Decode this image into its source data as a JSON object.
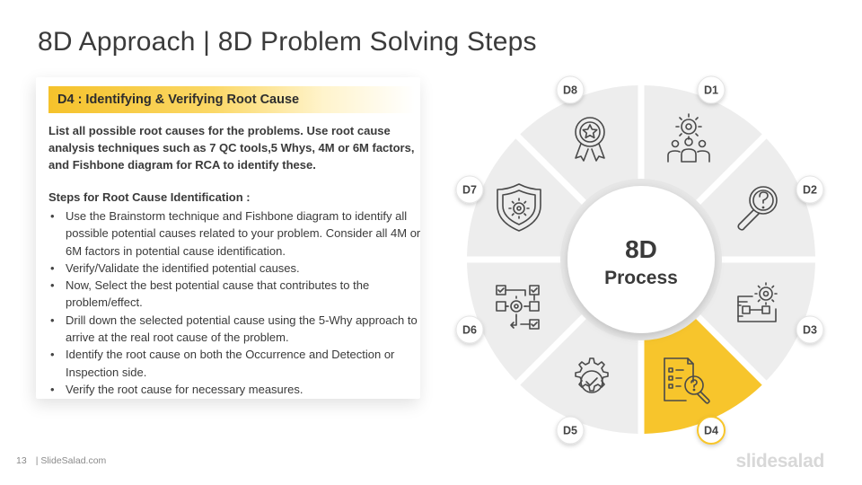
{
  "slide": {
    "title": "8D Approach | 8D Problem Solving Steps",
    "page_number": "13",
    "footer_source": "| SlideSalad.com",
    "logo_text": "slidesalad"
  },
  "panel": {
    "heading": "D4 : Identifying & Verifying Root Cause",
    "intro": "List all possible root causes for the problems. Use root cause analysis techniques such as 7 QC tools,5 Whys, 4M or 6M factors, and Fishbone diagram for RCA to identify these.",
    "steps_heading": "Steps for Root Cause Identification :",
    "steps": [
      "Use the Brainstorm technique and Fishbone diagram to identify all possible potential causes related to your problem. Consider all 4M or 6M factors in potential cause identification.",
      "Verify/Validate the identified potential causes.",
      "Now, Select the best potential cause that contributes to the problem/effect.",
      "Drill down the selected potential cause using the 5-Why approach to arrive at the real root cause of the problem.",
      "Identify the root cause on both the Occurrence and Detection or Inspection side.",
      "Verify the root cause for necessary measures."
    ]
  },
  "diagram": {
    "center_line1": "8D",
    "center_line2": "Process",
    "highlight_color": "#f7c52c",
    "segment_color": "#ededed",
    "active_step": "D4",
    "steps": [
      {
        "label": "D1",
        "icon": "team-gear-icon"
      },
      {
        "label": "D2",
        "icon": "magnifier-question-icon"
      },
      {
        "label": "D3",
        "icon": "flowchart-gear-icon"
      },
      {
        "label": "D4",
        "icon": "document-search-icon"
      },
      {
        "label": "D5",
        "icon": "gear-check-icon"
      },
      {
        "label": "D6",
        "icon": "process-flow-icon"
      },
      {
        "label": "D7",
        "icon": "shield-gear-icon"
      },
      {
        "label": "D8",
        "icon": "award-medal-icon"
      }
    ]
  }
}
